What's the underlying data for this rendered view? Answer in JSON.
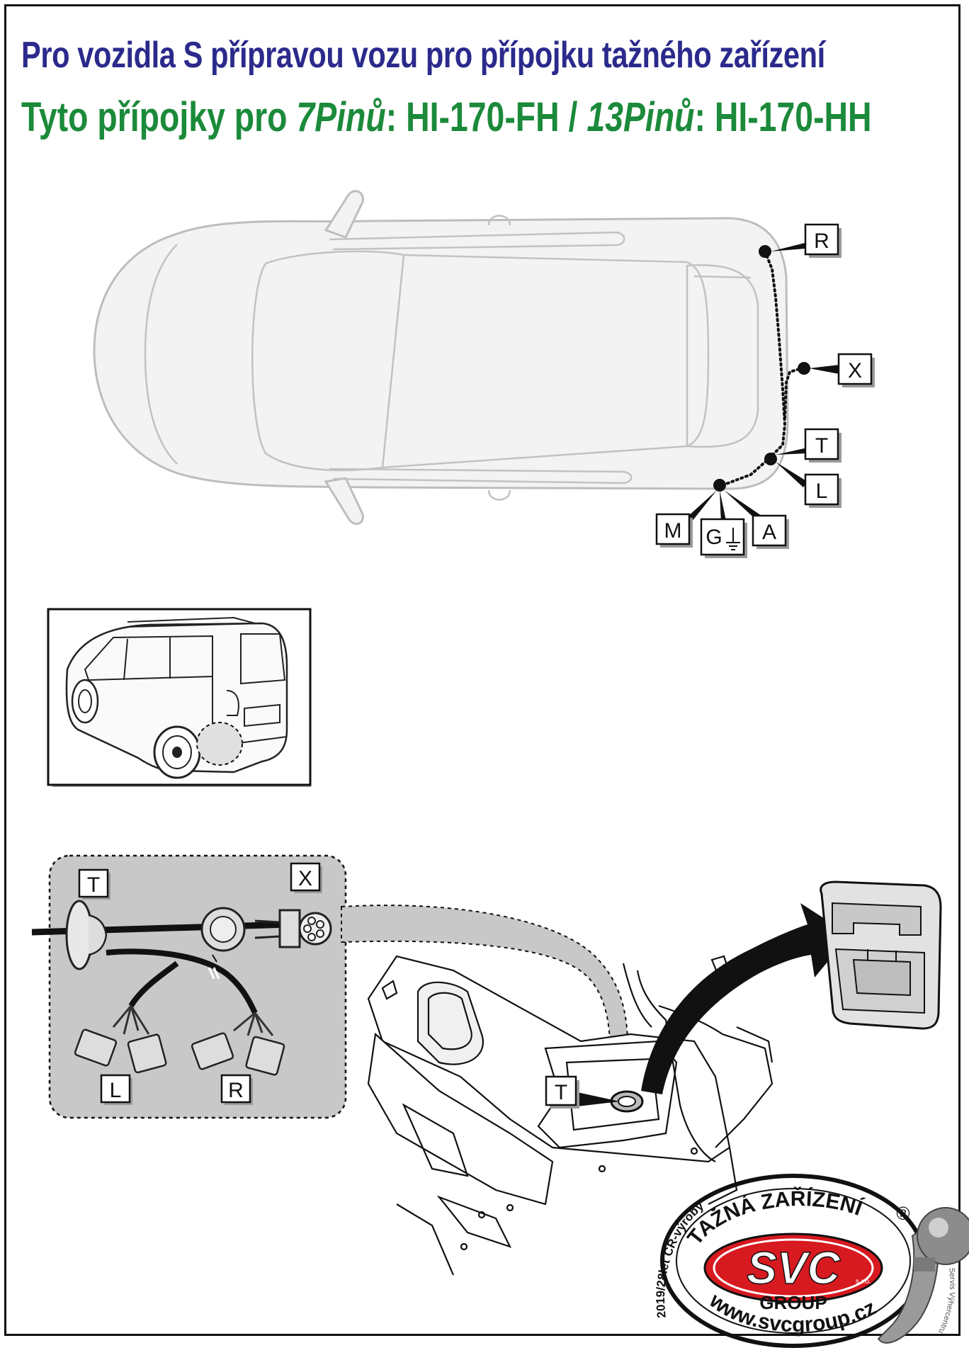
{
  "header": {
    "line1": "Pro vozidla S přípravou vozu pro přípojku tažného zařízení",
    "line2_prefix": "Tyto přípojky pro ",
    "pin7": "7Pinů",
    "code7": ": HI-170-FH / ",
    "pin13": "13Pinů",
    "code13": ": HI-170-HH"
  },
  "top_view_labels": {
    "R": "R",
    "X": "X",
    "T": "T",
    "L": "L",
    "M": "M",
    "G": "G",
    "A": "A"
  },
  "harness_labels": {
    "T": "T",
    "X": "X",
    "L": "L",
    "R": "R"
  },
  "mount_label": "T",
  "logo": {
    "arc_top": "TAŽNÁ ZAŘÍZENÍ",
    "arc_side": "2019/28let ČR-výroby",
    "brand": "SVC",
    "sro": "s.r.o.",
    "group": "GROUP",
    "url": "www.svcgroup.cz",
    "registered": "®",
    "side_text": "Servis Výhercentrum"
  },
  "colors": {
    "title_blue": "#2b2a8c",
    "title_green": "#1b8a3a",
    "logo_red": "#d71920",
    "panel_grey": "#c8c8c8"
  }
}
